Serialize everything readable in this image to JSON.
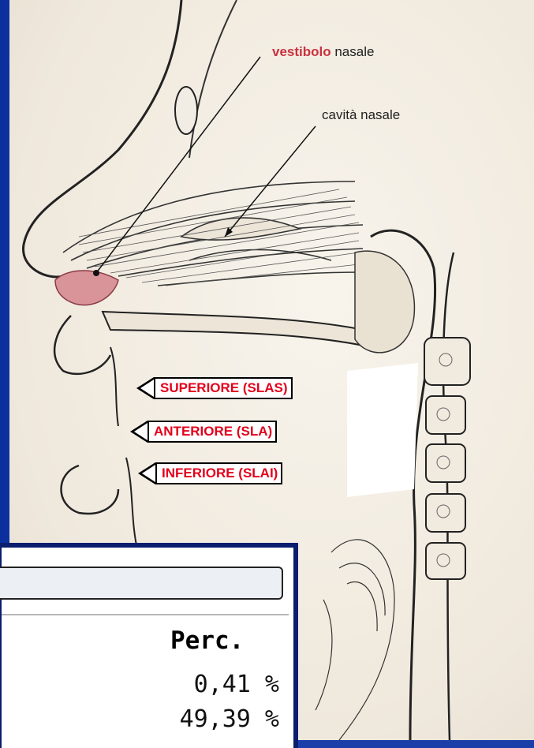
{
  "labels": {
    "vestibolo_bold": "vestibolo",
    "vestibolo_rest": " nasale",
    "cavita": "cavità nasale"
  },
  "tags": {
    "superiore": "SUPERIORE (SLAS)",
    "anteriore": "ANTERIORE (SLA)",
    "inferiore": "INFERIORE (SLAI)"
  },
  "panel": {
    "header": "Perc.",
    "values": [
      "0,41 %",
      "49,39 %"
    ]
  },
  "colors": {
    "tag_text": "#e3001b",
    "highlight": "#c8323f",
    "slide_bg": "#1a3fa8"
  }
}
